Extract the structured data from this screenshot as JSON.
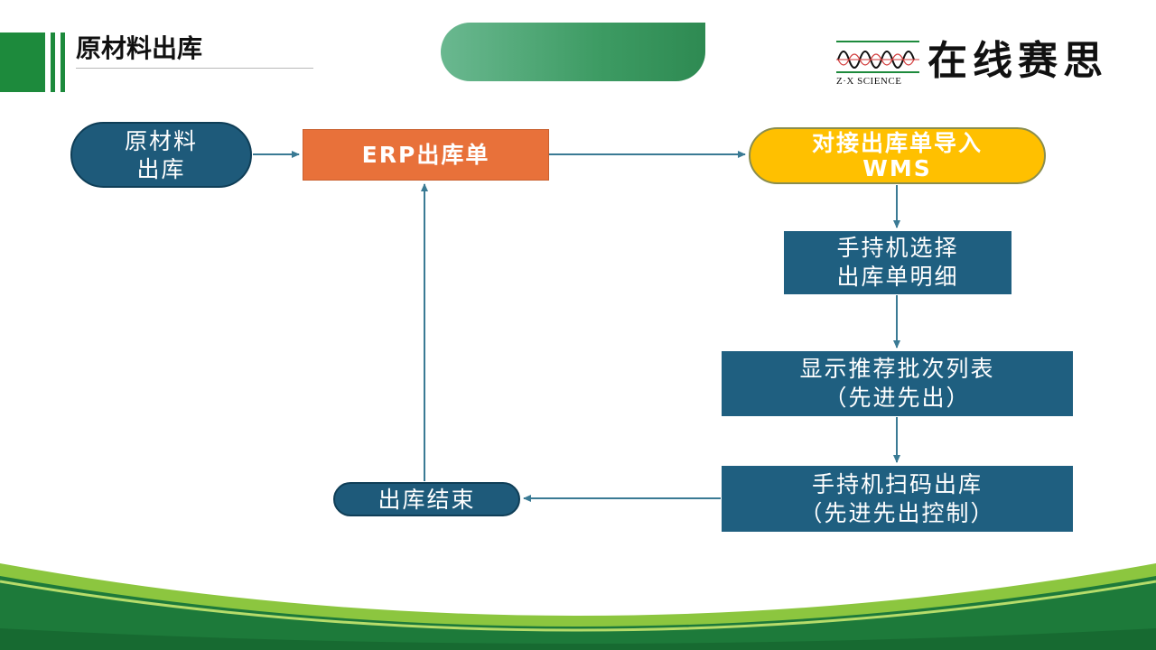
{
  "header": {
    "title": "原材料出库",
    "accent_color": "#1d8a3c"
  },
  "logo": {
    "brand_cn": "在线赛思",
    "brand_en": "Z·X SCIENCE"
  },
  "flow": {
    "start": "原材料\n出库",
    "erp": "ERP出库单",
    "import": "对接出库单导入\nWMS",
    "select": "手持机选择\n出库单明细",
    "batch": "显示推荐批次列表\n（先进先出）",
    "scan": "手持机扫码出库\n（先进先出控制）",
    "end": "出库结束"
  },
  "colors": {
    "node_blue": "#1f5f80",
    "node_orange": "#e8713a",
    "node_yellow": "#ffc000",
    "connector": "#3a7a94"
  }
}
